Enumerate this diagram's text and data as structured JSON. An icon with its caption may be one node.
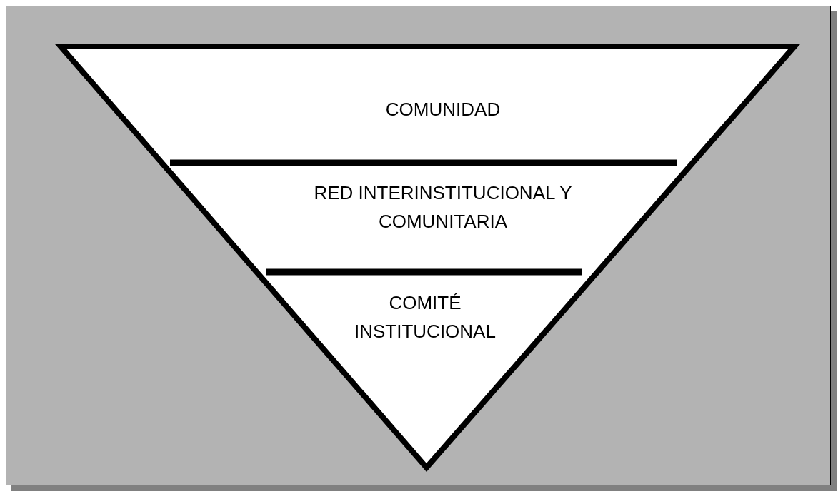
{
  "diagram": {
    "nodes": [
      {
        "text": [
          "COMUNIDAD"
        ]
      },
      {
        "text": [
          "RED INTERINSTITUCIONAL Y COMUNITARIA"
        ]
      },
      {
        "text": [
          "COMITÉ INSTITUCIONAL"
        ]
      }
    ]
  }
}
